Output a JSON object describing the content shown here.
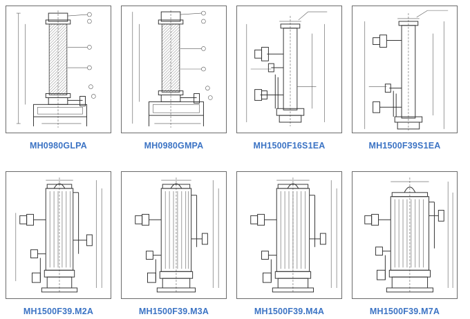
{
  "products": [
    {
      "model": "MH0980GLPA",
      "style": "tall-element"
    },
    {
      "model": "MH0980GMPA",
      "style": "tall-element"
    },
    {
      "model": "MH1500F16S1EA",
      "style": "column-valves"
    },
    {
      "model": "MH1500F39S1EA",
      "style": "column-valves"
    },
    {
      "model": "MH1500F39.M2A",
      "style": "multi-element"
    },
    {
      "model": "MH1500F39.M3A",
      "style": "multi-element"
    },
    {
      "model": "MH1500F39.M4A",
      "style": "multi-element"
    },
    {
      "model": "MH1500F39.M7A",
      "style": "multi-element"
    }
  ],
  "colors": {
    "caption": "#3b73c4",
    "frame": "#6a6a6a",
    "line": "#333333"
  }
}
